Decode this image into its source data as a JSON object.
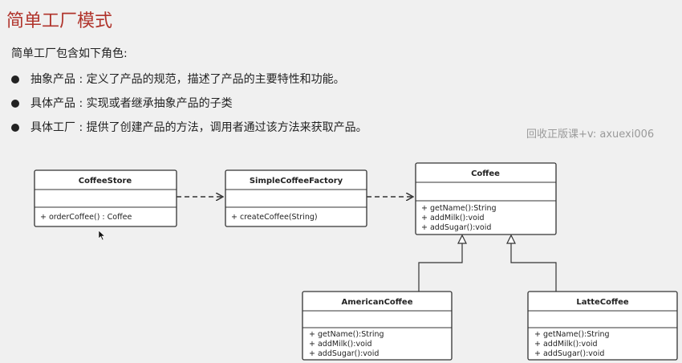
{
  "title": "简单工厂模式",
  "subtitle": "简单工厂包含如下角色:",
  "bullets": [
    "抽象产品 :  定义了产品的规范，描述了产品的主要特性和功能。",
    "具体产品 :  实现或者继承抽象产品的子类",
    "具体工厂 :  提供了创建产品的方法，调用者通过该方法来获取产品。"
  ],
  "watermark": "回收正版课+v: axuexi006",
  "diagram": {
    "coffee_store": {
      "name": "CoffeeStore",
      "methods": [
        "+ orderCoffee() : Coffee"
      ]
    },
    "simple_factory": {
      "name": "SimpleCoffeeFactory",
      "methods": [
        "+ createCoffee(String)"
      ]
    },
    "coffee": {
      "name": "Coffee",
      "methods": [
        "+ getName():String",
        "+ addMilk():void",
        "+ addSugar():void"
      ]
    },
    "american_coffee": {
      "name": "AmericanCoffee",
      "methods": [
        "+ getName():String",
        "+ addMilk():void",
        "+ addSugar():void"
      ]
    },
    "latte_coffee": {
      "name": "LatteCoffee",
      "methods": [
        "+ getName():String",
        "+ addMilk():void",
        "+ addSugar():void"
      ]
    }
  }
}
